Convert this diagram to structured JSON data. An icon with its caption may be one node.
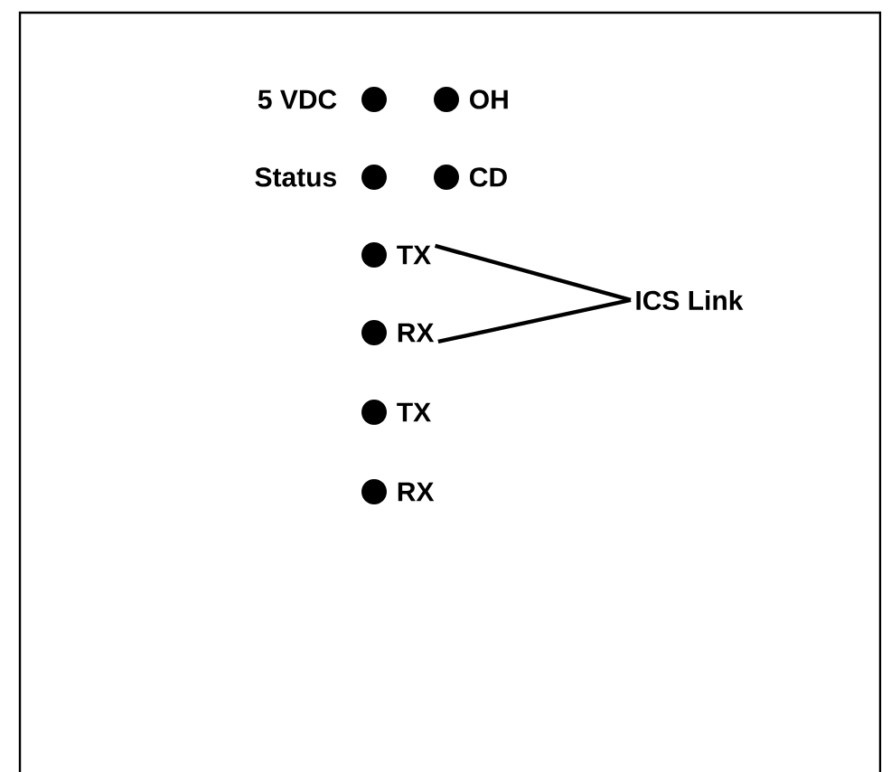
{
  "diagram": {
    "nodes": [
      {
        "text": [],
        "shape": "circle",
        "beside": [
          "5 VDC"
        ]
      },
      {
        "text": [],
        "shape": "circle",
        "beside": [
          "OH"
        ]
      },
      {
        "text": [],
        "shape": "circle",
        "beside": [
          "Status"
        ]
      },
      {
        "text": [],
        "shape": "circle",
        "beside": [
          "CD"
        ]
      },
      {
        "text": [],
        "shape": "circle",
        "beside": [
          "TX"
        ]
      },
      {
        "text": [],
        "shape": "circle",
        "beside": [
          "RX"
        ]
      },
      {
        "text": [],
        "shape": "circle",
        "beside": [
          "TX"
        ]
      },
      {
        "text": [],
        "shape": "circle",
        "beside": [
          "RX"
        ]
      },
      {
        "text": [
          "ICS Link"
        ]
      }
    ],
    "edges": [
      {
        "from": 4,
        "to": 8,
        "arrow": "none"
      },
      {
        "from": 5,
        "to": 8,
        "arrow": "none"
      }
    ]
  }
}
